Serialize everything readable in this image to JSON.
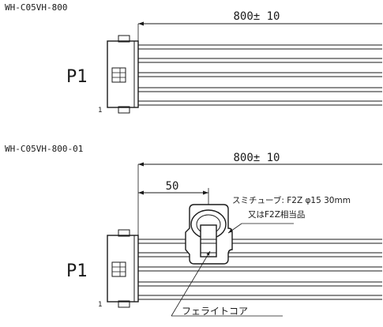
{
  "drawing1": {
    "title": "WH-C05VH-800",
    "length_dim": "800± 10",
    "connector_label": "P1",
    "pin_label": "1"
  },
  "drawing2": {
    "title": "WH-C05VH-800-01",
    "length_dim": "800± 10",
    "offset_dim": "50",
    "tube_note_line1": "スミチューブ: F2Z φ15 30mm",
    "tube_note_line2": "又はF2Z相当品",
    "connector_label": "P1",
    "pin_label": "1",
    "core_label": "フェライトコア"
  }
}
